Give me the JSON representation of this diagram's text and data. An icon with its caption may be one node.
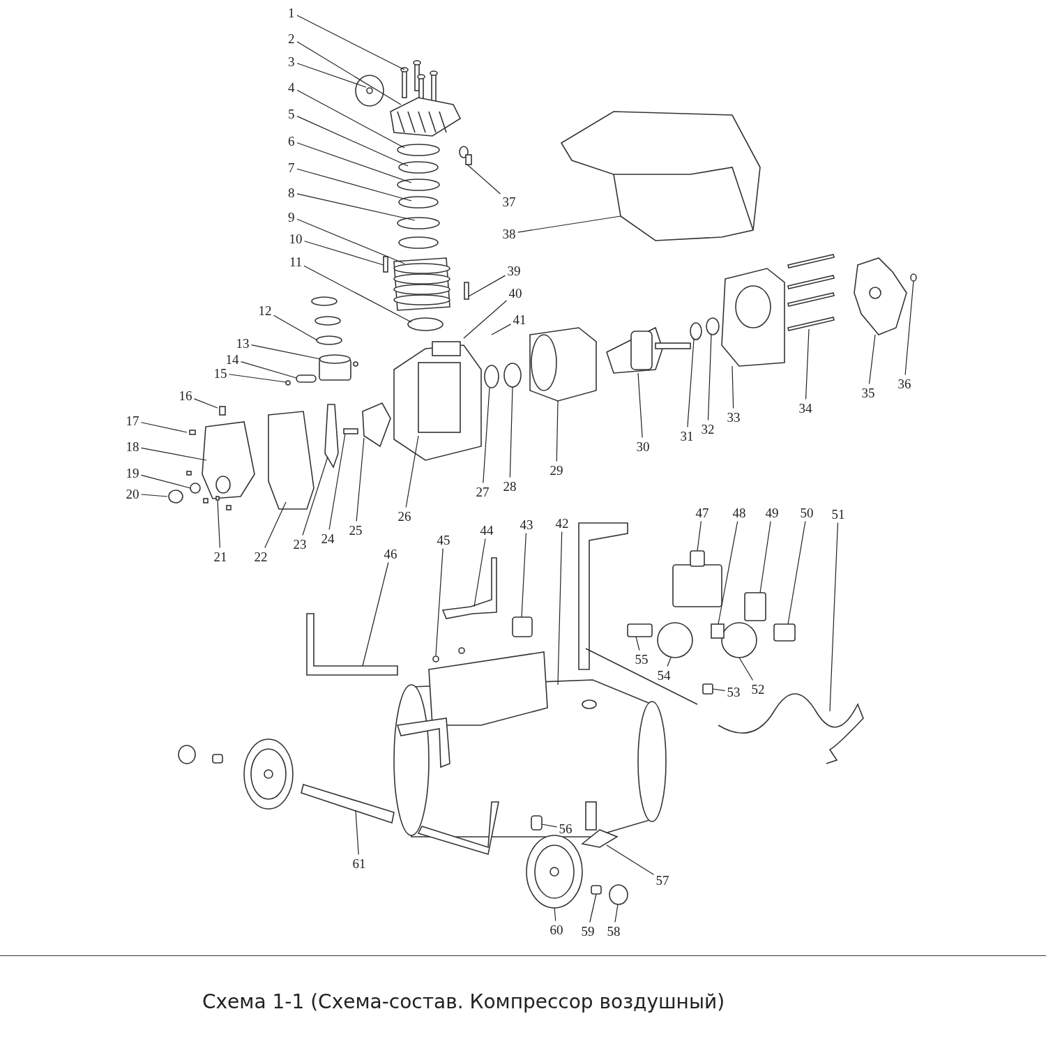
{
  "diagram": {
    "title": "Схема 1-1 (Схема-состав. Компрессор воздушный)",
    "nodes": [
      {
        "text": [
          "1"
        ]
      },
      {
        "text": [
          "2"
        ]
      },
      {
        "text": [
          "3"
        ]
      },
      {
        "text": [
          "4"
        ]
      },
      {
        "text": [
          "5"
        ]
      },
      {
        "text": [
          "6"
        ]
      },
      {
        "text": [
          "7"
        ]
      },
      {
        "text": [
          "8"
        ]
      },
      {
        "text": [
          "9"
        ]
      },
      {
        "text": [
          "10"
        ]
      },
      {
        "text": [
          "11"
        ]
      },
      {
        "text": [
          "12"
        ]
      },
      {
        "text": [
          "13"
        ]
      },
      {
        "text": [
          "14"
        ]
      },
      {
        "text": [
          "15"
        ]
      },
      {
        "text": [
          "16"
        ]
      },
      {
        "text": [
          "17"
        ]
      },
      {
        "text": [
          "18"
        ]
      },
      {
        "text": [
          "19"
        ]
      },
      {
        "text": [
          "20"
        ]
      },
      {
        "text": [
          "21"
        ]
      },
      {
        "text": [
          "22"
        ]
      },
      {
        "text": [
          "23"
        ]
      },
      {
        "text": [
          "24"
        ]
      },
      {
        "text": [
          "25"
        ]
      },
      {
        "text": [
          "26"
        ]
      },
      {
        "text": [
          "27"
        ]
      },
      {
        "text": [
          "28"
        ]
      },
      {
        "text": [
          "29"
        ]
      },
      {
        "text": [
          "30"
        ]
      },
      {
        "text": [
          "31"
        ]
      },
      {
        "text": [
          "32"
        ]
      },
      {
        "text": [
          "33"
        ]
      },
      {
        "text": [
          "34"
        ]
      },
      {
        "text": [
          "35"
        ]
      },
      {
        "text": [
          "36"
        ]
      },
      {
        "text": [
          "37"
        ]
      },
      {
        "text": [
          "38"
        ]
      },
      {
        "text": [
          "39"
        ]
      },
      {
        "text": [
          "40"
        ]
      },
      {
        "text": [
          "41"
        ]
      },
      {
        "text": [
          "42"
        ]
      },
      {
        "text": [
          "43"
        ]
      },
      {
        "text": [
          "44"
        ]
      },
      {
        "text": [
          "45"
        ]
      },
      {
        "text": [
          "46"
        ]
      },
      {
        "text": [
          "47"
        ]
      },
      {
        "text": [
          "48"
        ]
      },
      {
        "text": [
          "49"
        ]
      },
      {
        "text": [
          "50"
        ]
      },
      {
        "text": [
          "51"
        ]
      },
      {
        "text": [
          "52"
        ]
      },
      {
        "text": [
          "53"
        ]
      },
      {
        "text": [
          "54"
        ]
      },
      {
        "text": [
          "55"
        ]
      },
      {
        "text": [
          "56"
        ]
      },
      {
        "text": [
          "57"
        ]
      },
      {
        "text": [
          "58"
        ]
      },
      {
        "text": [
          "59"
        ]
      },
      {
        "text": [
          "60"
        ]
      },
      {
        "text": [
          "61"
        ]
      }
    ],
    "edges": [
      {
        "from": 0,
        "to": null,
        "arrow": "none"
      },
      {
        "from": 1,
        "to": null,
        "arrow": "none"
      },
      {
        "from": 2,
        "to": null,
        "arrow": "none"
      },
      {
        "from": 3,
        "to": null,
        "arrow": "none"
      },
      {
        "from": 4,
        "to": null,
        "arrow": "none"
      },
      {
        "from": 5,
        "to": null,
        "arrow": "none"
      },
      {
        "from": 6,
        "to": null,
        "arrow": "none"
      },
      {
        "from": 7,
        "to": null,
        "arrow": "none"
      },
      {
        "from": 8,
        "to": null,
        "arrow": "none"
      },
      {
        "from": 9,
        "to": null,
        "arrow": "none"
      },
      {
        "from": 10,
        "to": null,
        "arrow": "none"
      },
      {
        "from": 11,
        "to": null,
        "arrow": "none"
      },
      {
        "from": 12,
        "to": null,
        "arrow": "none"
      },
      {
        "from": 13,
        "to": null,
        "arrow": "none"
      },
      {
        "from": 14,
        "to": null,
        "arrow": "none"
      },
      {
        "from": 15,
        "to": null,
        "arrow": "none"
      },
      {
        "from": 16,
        "to": null,
        "arrow": "none"
      },
      {
        "from": 17,
        "to": null,
        "arrow": "none"
      },
      {
        "from": 18,
        "to": null,
        "arrow": "none"
      },
      {
        "from": 19,
        "to": null,
        "arrow": "none"
      },
      {
        "from": 20,
        "to": null,
        "arrow": "none"
      },
      {
        "from": 21,
        "to": null,
        "arrow": "none"
      },
      {
        "from": 22,
        "to": null,
        "arrow": "none"
      },
      {
        "from": 23,
        "to": null,
        "arrow": "none"
      },
      {
        "from": 24,
        "to": null,
        "arrow": "none"
      },
      {
        "from": 25,
        "to": null,
        "arrow": "none"
      },
      {
        "from": 26,
        "to": null,
        "arrow": "none"
      },
      {
        "from": 27,
        "to": null,
        "arrow": "none"
      },
      {
        "from": 28,
        "to": null,
        "arrow": "none"
      },
      {
        "from": 29,
        "to": null,
        "arrow": "none"
      },
      {
        "from": 30,
        "to": null,
        "arrow": "none"
      },
      {
        "from": 31,
        "to": null,
        "arrow": "none"
      },
      {
        "from": 32,
        "to": null,
        "arrow": "none"
      },
      {
        "from": 33,
        "to": null,
        "arrow": "none"
      },
      {
        "from": 34,
        "to": null,
        "arrow": "none"
      },
      {
        "from": 35,
        "to": null,
        "arrow": "none"
      },
      {
        "from": 36,
        "to": null,
        "arrow": "none"
      },
      {
        "from": 37,
        "to": null,
        "arrow": "none"
      },
      {
        "from": 38,
        "to": null,
        "arrow": "none"
      },
      {
        "from": 39,
        "to": null,
        "arrow": "none"
      },
      {
        "from": 40,
        "to": null,
        "arrow": "none"
      },
      {
        "from": 41,
        "to": null,
        "arrow": "none"
      },
      {
        "from": 42,
        "to": null,
        "arrow": "none"
      },
      {
        "from": 43,
        "to": null,
        "arrow": "none"
      },
      {
        "from": 44,
        "to": null,
        "arrow": "none"
      },
      {
        "from": 45,
        "to": null,
        "arrow": "none"
      },
      {
        "from": 46,
        "to": null,
        "arrow": "none"
      },
      {
        "from": 47,
        "to": null,
        "arrow": "none"
      },
      {
        "from": 48,
        "to": null,
        "arrow": "none"
      },
      {
        "from": 49,
        "to": null,
        "arrow": "none"
      },
      {
        "from": 50,
        "to": null,
        "arrow": "none"
      },
      {
        "from": 51,
        "to": null,
        "arrow": "none"
      },
      {
        "from": 52,
        "to": null,
        "arrow": "none"
      },
      {
        "from": 53,
        "to": null,
        "arrow": "none"
      },
      {
        "from": 54,
        "to": null,
        "arrow": "none"
      },
      {
        "from": 55,
        "to": null,
        "arrow": "none"
      },
      {
        "from": 56,
        "to": null,
        "arrow": "none"
      },
      {
        "from": 57,
        "to": null,
        "arrow": "none"
      },
      {
        "from": 58,
        "to": null,
        "arrow": "none"
      },
      {
        "from": 59,
        "to": null,
        "arrow": "none"
      },
      {
        "from": 60,
        "to": null,
        "arrow": "none"
      }
    ]
  }
}
